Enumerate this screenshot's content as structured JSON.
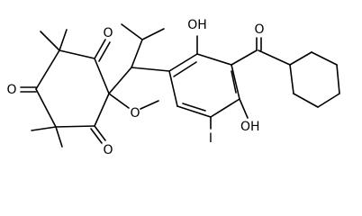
{
  "diagram": {
    "type": "chemical-structure",
    "atom_labels": {
      "o_ketone_top": "O",
      "o_ketone_left": "O",
      "o_ketone_bottom": "O",
      "o_ring": "O",
      "oh_top": "OH",
      "oh_bottom": "OH",
      "o_acyl": "O",
      "iodine": "I"
    },
    "colors": {
      "bond": "#000000",
      "label": "#000000",
      "background": "#ffffff"
    }
  }
}
